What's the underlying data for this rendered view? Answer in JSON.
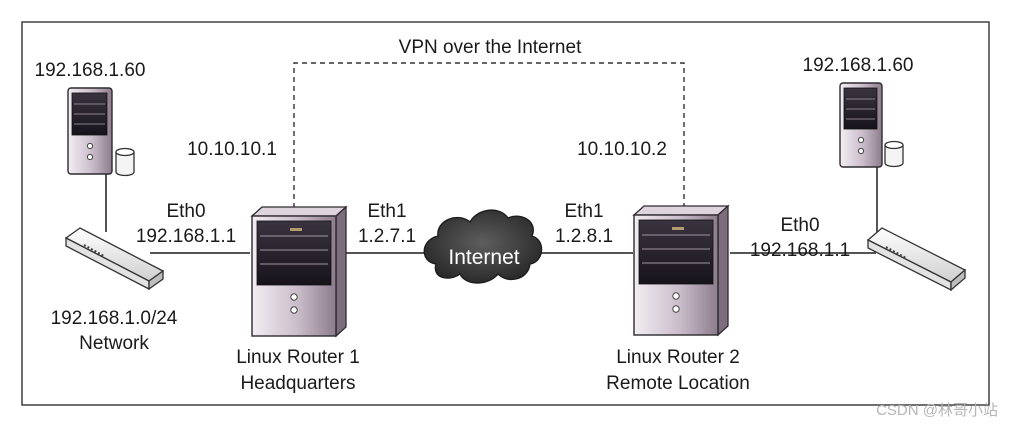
{
  "diagram": {
    "vpn_label": "VPN over the Internet",
    "cloud_label": "Internet",
    "left_host": {
      "ip": "192.168.1.60"
    },
    "right_host": {
      "ip": "192.168.1.60"
    },
    "left_network": {
      "subnet": "192.168.1.0/24",
      "name": "Network"
    },
    "router1": {
      "tunnel_ip": "10.10.10.1",
      "eth0_name": "Eth0",
      "eth0_ip": "192.168.1.1",
      "eth1_name": "Eth1",
      "eth1_ip": "1.2.7.1",
      "title": "Linux Router 1",
      "subtitle": "Headquarters"
    },
    "router2": {
      "tunnel_ip": "10.10.10.2",
      "eth1_name": "Eth1",
      "eth1_ip": "1.2.8.1",
      "eth0_name": "Eth0",
      "eth0_ip": "192.168.1.1",
      "title": "Linux Router 2",
      "subtitle": "Remote Location"
    },
    "watermark": "CSDN @林哥小站"
  }
}
